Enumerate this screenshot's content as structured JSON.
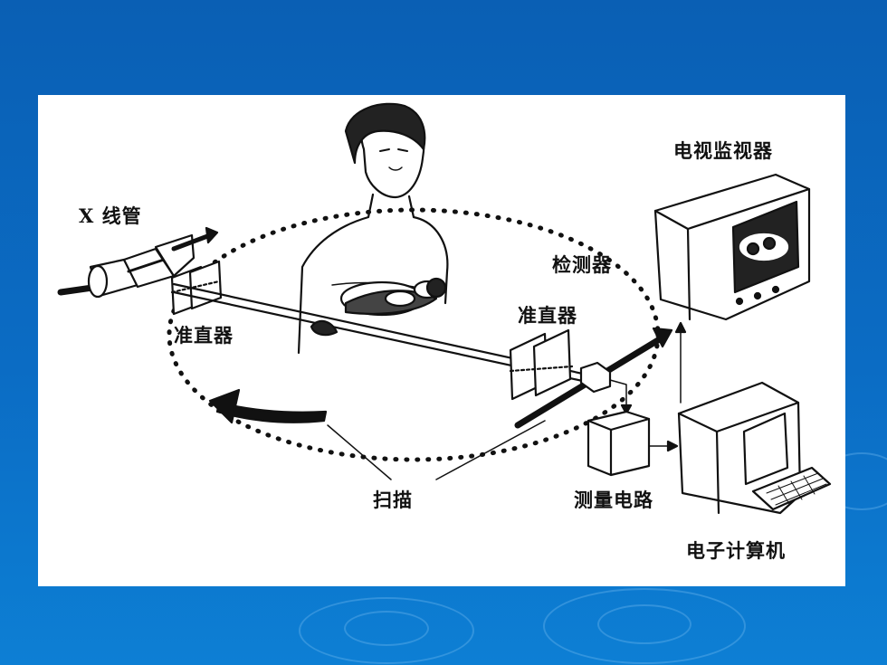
{
  "diagram": {
    "labels": {
      "xray_tube": "X 线管",
      "collimator_left": "准直器",
      "collimator_right": "准直器",
      "detector": "检测器",
      "tv_monitor": "电视监视器",
      "scan": "扫描",
      "measure_circuit": "测量电路",
      "computer": "电子计算机"
    }
  }
}
